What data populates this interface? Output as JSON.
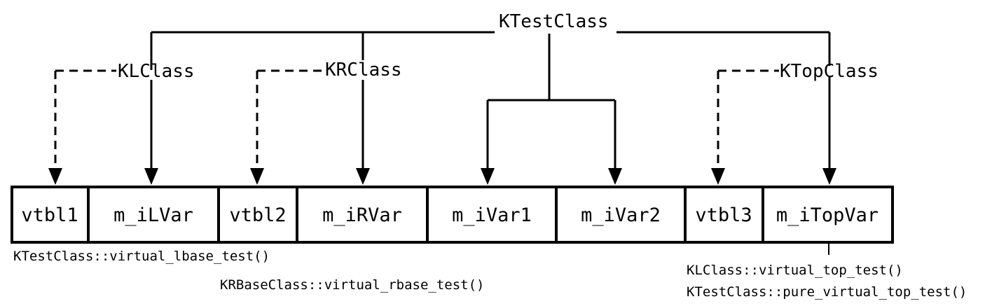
{
  "classes": {
    "root": "KTestClass",
    "left": "KLClass",
    "right": "KRClass",
    "top": "KTopClass"
  },
  "cells": [
    "vtbl1",
    "m_iLVar",
    "vtbl2",
    "m_iRVar",
    "m_iVar1",
    "m_iVar2",
    "vtbl3",
    "m_iTopVar"
  ],
  "annotations": {
    "vtbl1": "KTestClass::virtual_lbase_test()",
    "vtbl2": "KRBaseClass::virtual_rbase_test()",
    "vtbl3_line1": "KLClass::virtual_top_test()",
    "vtbl3_line2": "KTestClass::pure_virtual_top_test()"
  }
}
